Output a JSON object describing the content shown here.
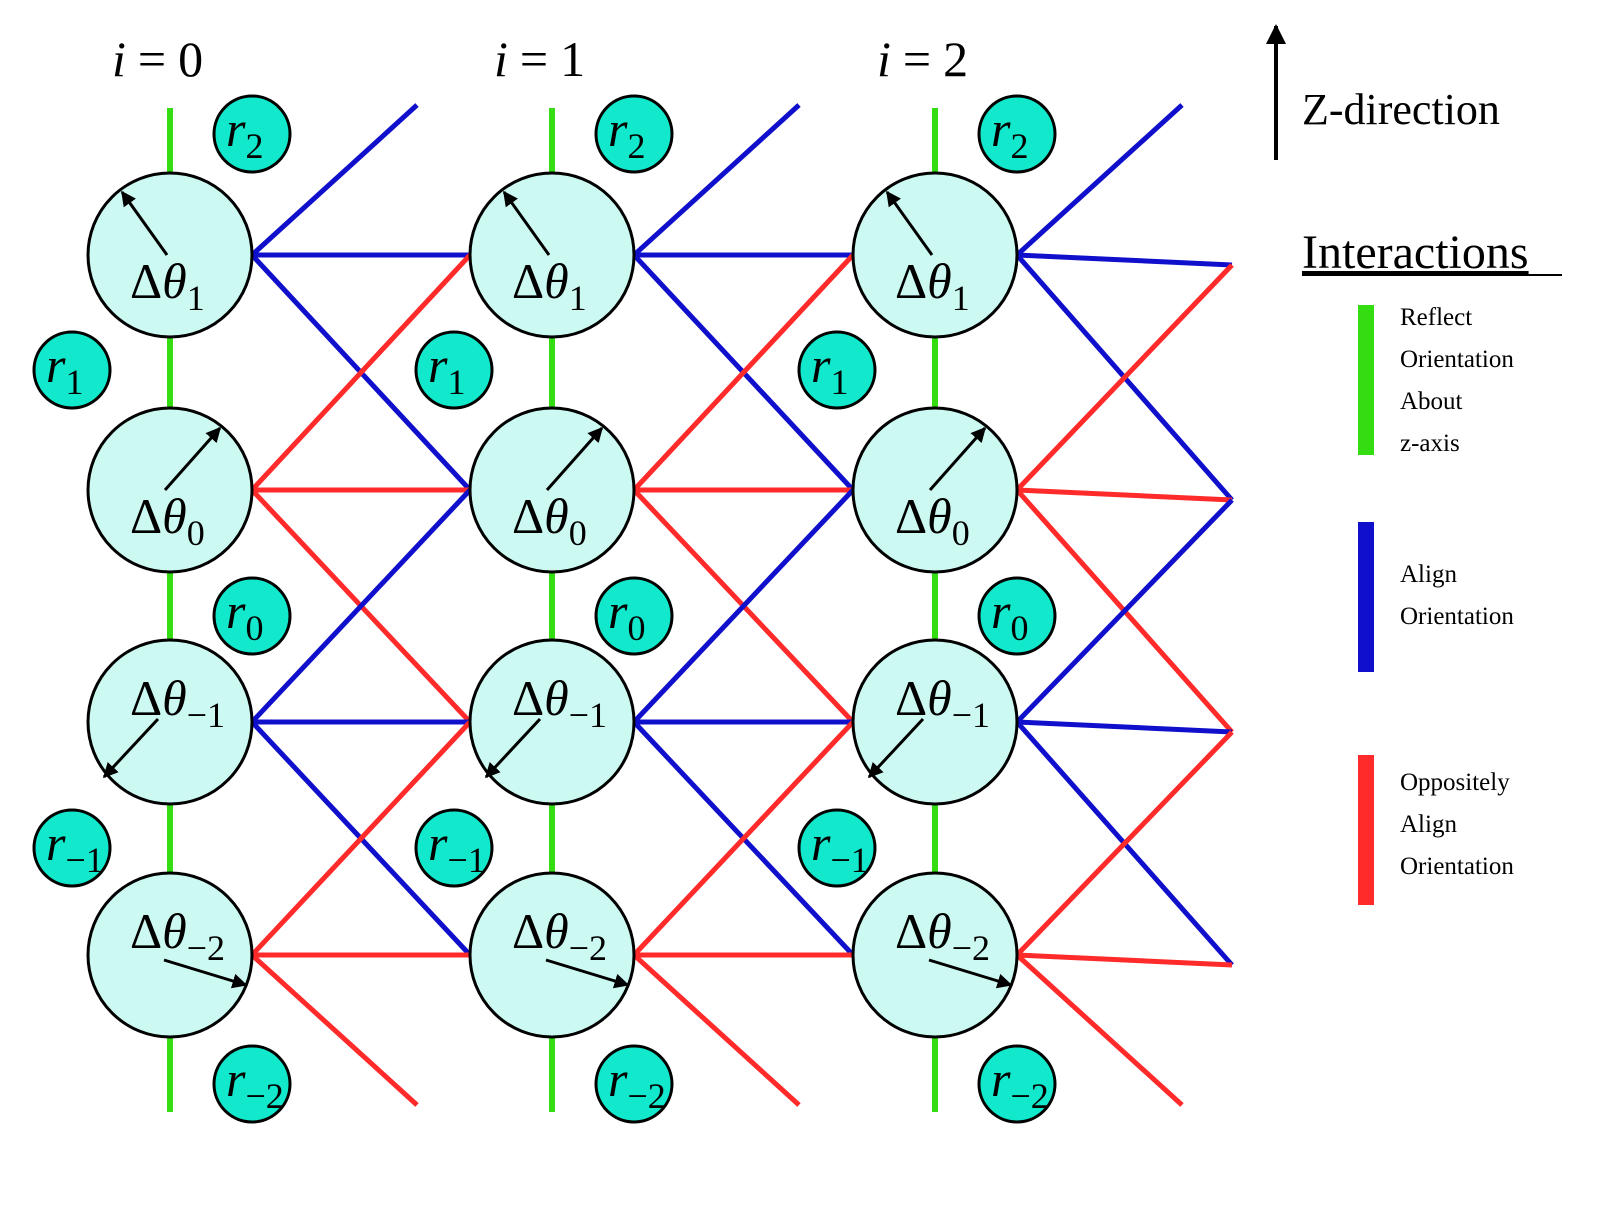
{
  "columns": [
    {
      "label_var": "i",
      "label_eq": "=",
      "label_num": "0"
    },
    {
      "label_var": "i",
      "label_eq": "=",
      "label_num": "1"
    },
    {
      "label_var": "i",
      "label_eq": "=",
      "label_num": "2"
    }
  ],
  "nodes": [
    {
      "greek_delta": "Δ",
      "greek_theta": "θ",
      "sub": "1",
      "arrow": "up-left"
    },
    {
      "greek_delta": "Δ",
      "greek_theta": "θ",
      "sub": "0",
      "arrow": "up-right"
    },
    {
      "greek_delta": "Δ",
      "greek_theta": "θ",
      "sub": "−1",
      "arrow": "down-left"
    },
    {
      "greek_delta": "Δ",
      "greek_theta": "θ",
      "sub": "−2",
      "arrow": "down-right"
    }
  ],
  "r_labels": [
    {
      "var": "r",
      "sub": "2"
    },
    {
      "var": "r",
      "sub": "1"
    },
    {
      "var": "r",
      "sub": "0"
    },
    {
      "var": "r",
      "sub": "−1"
    },
    {
      "var": "r",
      "sub": "−2"
    }
  ],
  "z_direction": {
    "label": "Z-direction",
    "icon": "arrow-up-icon"
  },
  "legend": {
    "title": "Interactions",
    "items": [
      {
        "lines": [
          "Reflect",
          "Orientation",
          "About",
          "z-axis"
        ],
        "color": "#33dd11"
      },
      {
        "lines": [
          "Align",
          "Orientation"
        ],
        "color": "#1010cc"
      },
      {
        "lines": [
          "Oppositely",
          "Align",
          "Orientation"
        ],
        "color": "#ff2a2a"
      }
    ]
  },
  "colors": {
    "node_fill": "#ccfaf2",
    "r_fill": "#11e8cc",
    "reflect": "#33dd11",
    "align": "#1010cc",
    "opposite": "#ff2a2a",
    "arrow": "#000000"
  }
}
